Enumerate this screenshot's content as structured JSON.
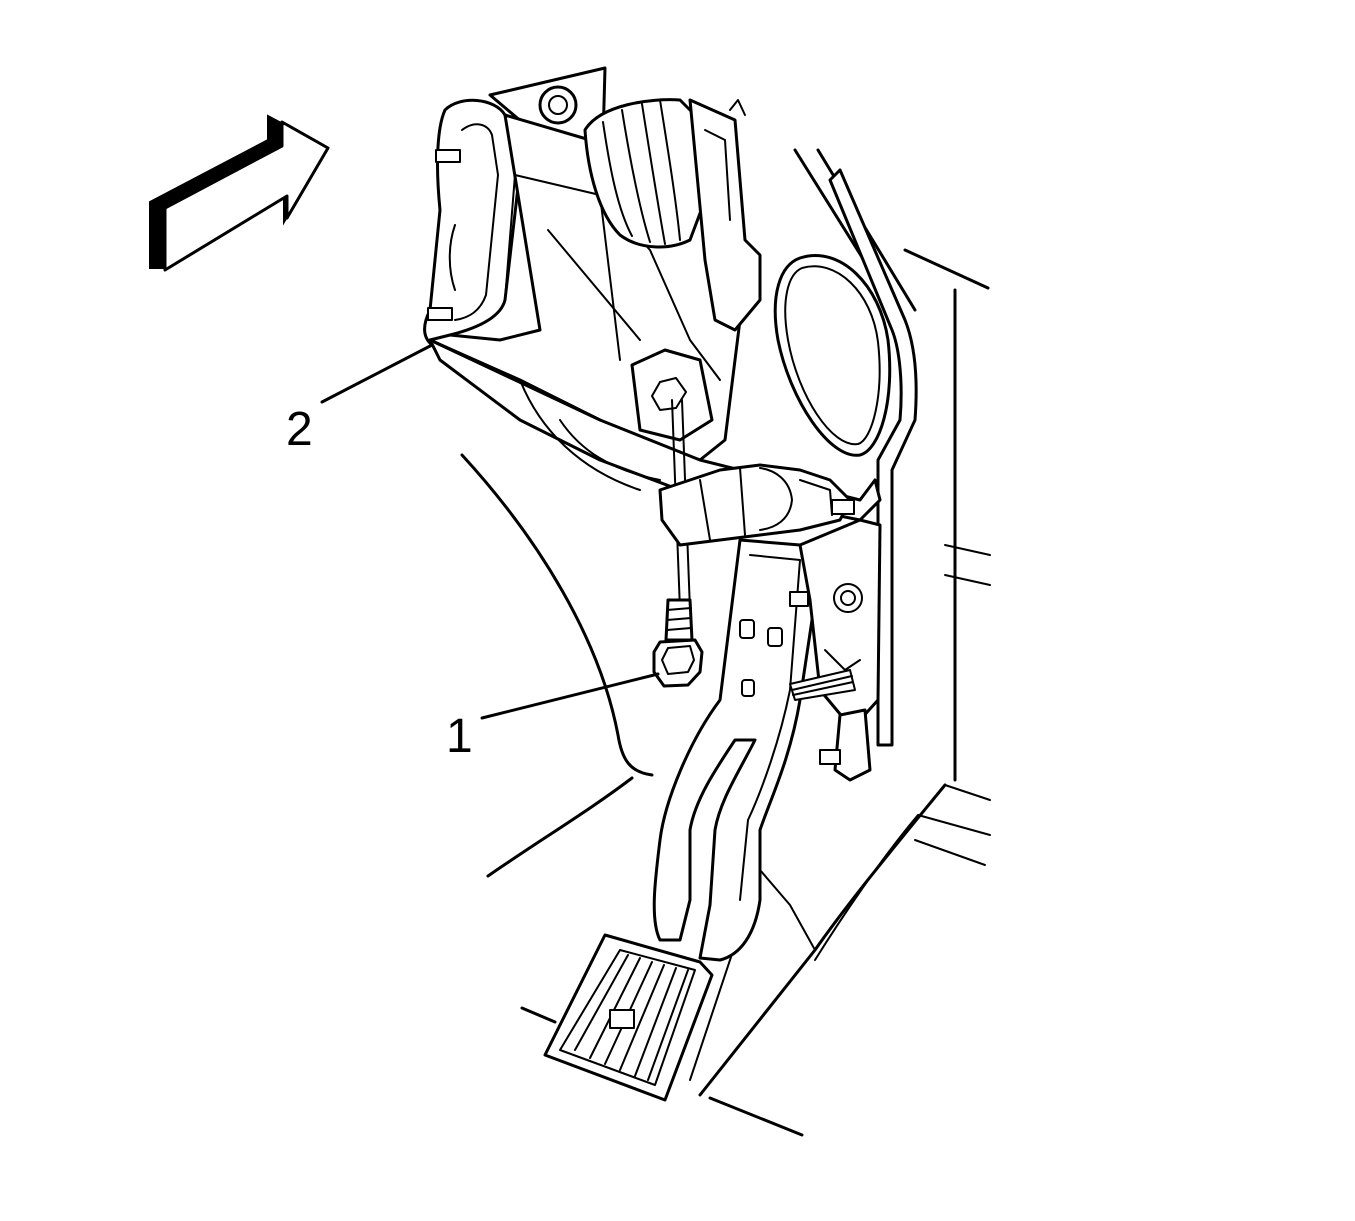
{
  "callouts": [
    {
      "id": "1",
      "label": "1",
      "part": "bolt"
    },
    {
      "id": "2",
      "label": "2",
      "part": "accelerator-pedal-bracket"
    }
  ],
  "icons": {
    "direction_arrow": "direction-arrow-icon"
  },
  "colors": {
    "line": "#000000",
    "background": "#ffffff"
  }
}
